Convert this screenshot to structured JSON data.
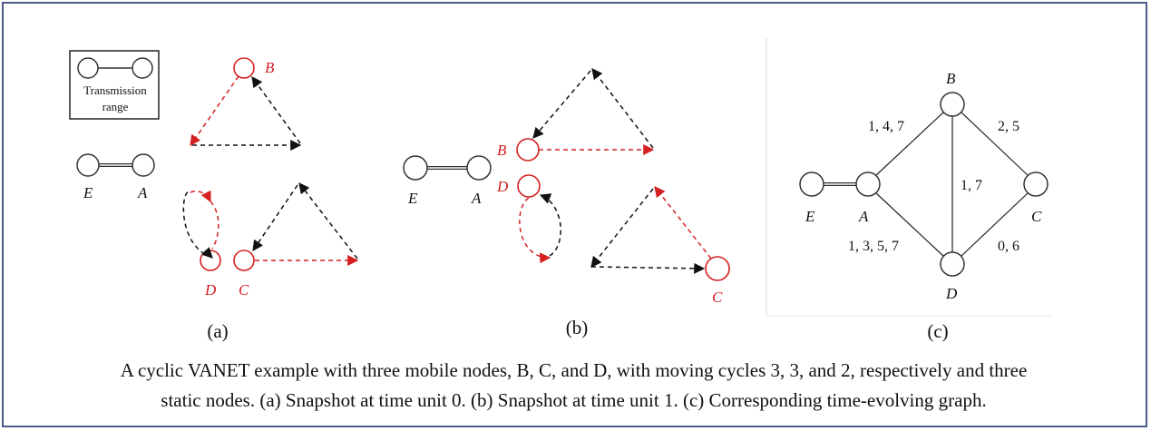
{
  "legend": {
    "line1": "Transmission",
    "line2": "range"
  },
  "panel_a": {
    "label": "(a)",
    "nodes": {
      "B": "B",
      "C": "C",
      "D": "D",
      "E": "E",
      "A": "A"
    }
  },
  "panel_b": {
    "label": "(b)",
    "nodes": {
      "B": "B",
      "C": "C",
      "D": "D",
      "E": "E",
      "A": "A"
    }
  },
  "panel_c": {
    "label": "(c)",
    "nodes": {
      "B": "B",
      "C": "C",
      "D": "D",
      "E": "E",
      "A": "A"
    },
    "edges": {
      "AB": "1, 4, 7",
      "BC": "2, 5",
      "BD": "1, 7",
      "AD": "1, 3, 5, 7",
      "DC": "0, 6"
    }
  },
  "caption": {
    "line1": "A cyclic VANET example with three mobile nodes, B, C, and D, with moving cycles 3, 3, and 2, respectively and three",
    "line2": "static nodes. (a) Snapshot at time unit 0. (b) Snapshot at time unit 1. (c) Corresponding time-evolving graph."
  },
  "colors": {
    "mobile": "#d42020",
    "static": "#222222",
    "frame": "#4a5a8a"
  }
}
